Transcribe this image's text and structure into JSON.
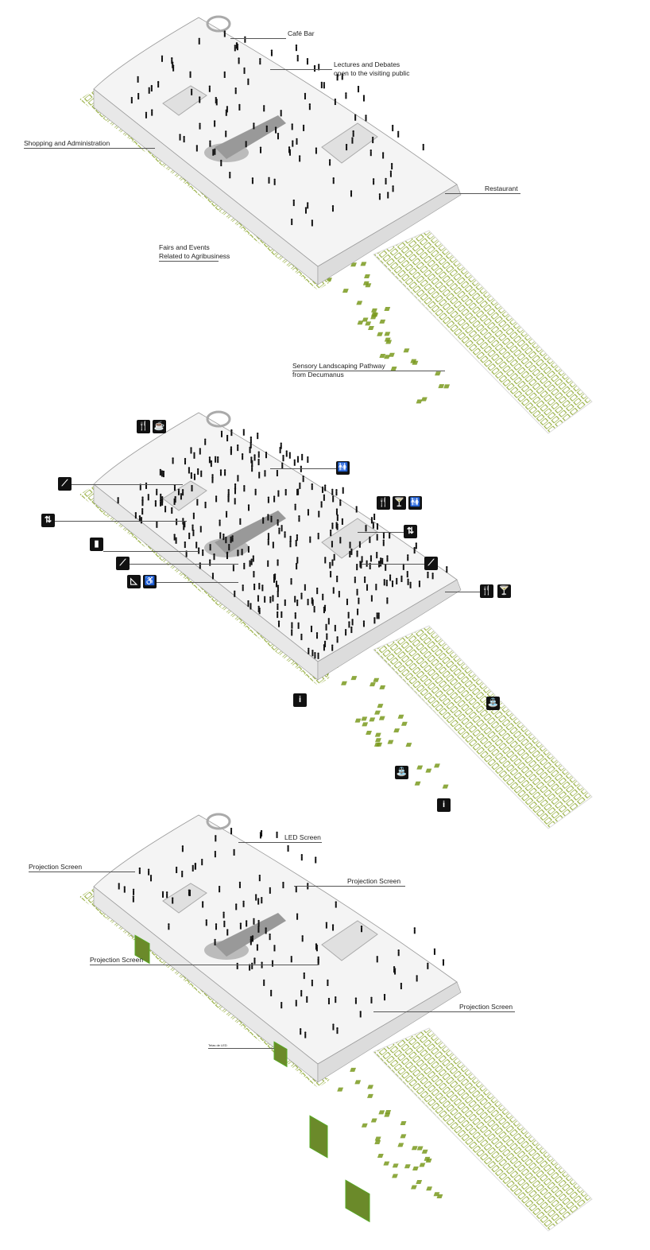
{
  "colors": {
    "grass": "#7a9a1e",
    "slab": "#f4f4f4",
    "edge": "#9a9a9a",
    "icon_bg": "#111111",
    "screen": "#6b8a2a",
    "led": "#f2d21b"
  },
  "panel1": {
    "labels": [
      {
        "id": "cafe-bar",
        "lines": [
          "Café Bar"
        ]
      },
      {
        "id": "lectures",
        "lines": [
          "Lectures and Debates",
          "open to the visiting public"
        ]
      },
      {
        "id": "shopping",
        "lines": [
          "Shopping and Administration"
        ]
      },
      {
        "id": "restaurant",
        "lines": [
          "Restaurant"
        ]
      },
      {
        "id": "fairs",
        "lines": [
          "Fairs and Events",
          "Related to Agribusiness"
        ]
      },
      {
        "id": "sensory",
        "lines": [
          "Sensory Landscaping Pathway",
          "from Decumanus"
        ]
      }
    ]
  },
  "panel2": {
    "icons": [
      {
        "name": "restaurant-icon",
        "glyph": "🍴"
      },
      {
        "name": "coffee-icon",
        "glyph": "☕"
      },
      {
        "name": "restroom-icon",
        "glyph": "🚻"
      },
      {
        "name": "restaurant-icon",
        "glyph": "🍴"
      },
      {
        "name": "cocktail-icon",
        "glyph": "🍸"
      },
      {
        "name": "restroom-icon",
        "glyph": "🚻"
      },
      {
        "name": "stairs-icon",
        "glyph": "⟋"
      },
      {
        "name": "elevator-icon",
        "glyph": "⇅"
      },
      {
        "name": "elevator-icon",
        "glyph": "⇅"
      },
      {
        "name": "stairs-icon",
        "glyph": "⟋"
      },
      {
        "name": "fire-extinguisher-icon",
        "glyph": "▮"
      },
      {
        "name": "escalator-icon",
        "glyph": "⟋"
      },
      {
        "name": "ramp-icon",
        "glyph": "◺"
      },
      {
        "name": "accessibility-icon",
        "glyph": "♿"
      },
      {
        "name": "restaurant-icon",
        "glyph": "🍴"
      },
      {
        "name": "cocktail-icon",
        "glyph": "🍸"
      },
      {
        "name": "info-icon",
        "glyph": "i"
      },
      {
        "name": "water-fountain-icon",
        "glyph": "⛲"
      },
      {
        "name": "water-fountain-icon",
        "glyph": "⛲"
      },
      {
        "name": "info-icon",
        "glyph": "i"
      }
    ]
  },
  "panel3": {
    "labels": [
      {
        "id": "led-screen",
        "lines": [
          "LED Screen"
        ]
      },
      {
        "id": "projection-1",
        "lines": [
          "Projection Screen"
        ]
      },
      {
        "id": "projection-2",
        "lines": [
          "Projection Screen"
        ]
      },
      {
        "id": "projection-3",
        "lines": [
          "Projection Screen"
        ]
      },
      {
        "id": "projection-4",
        "lines": [
          "Projection Screen"
        ]
      },
      {
        "id": "telas-led",
        "lines": [
          "Telas de LED"
        ]
      }
    ]
  }
}
